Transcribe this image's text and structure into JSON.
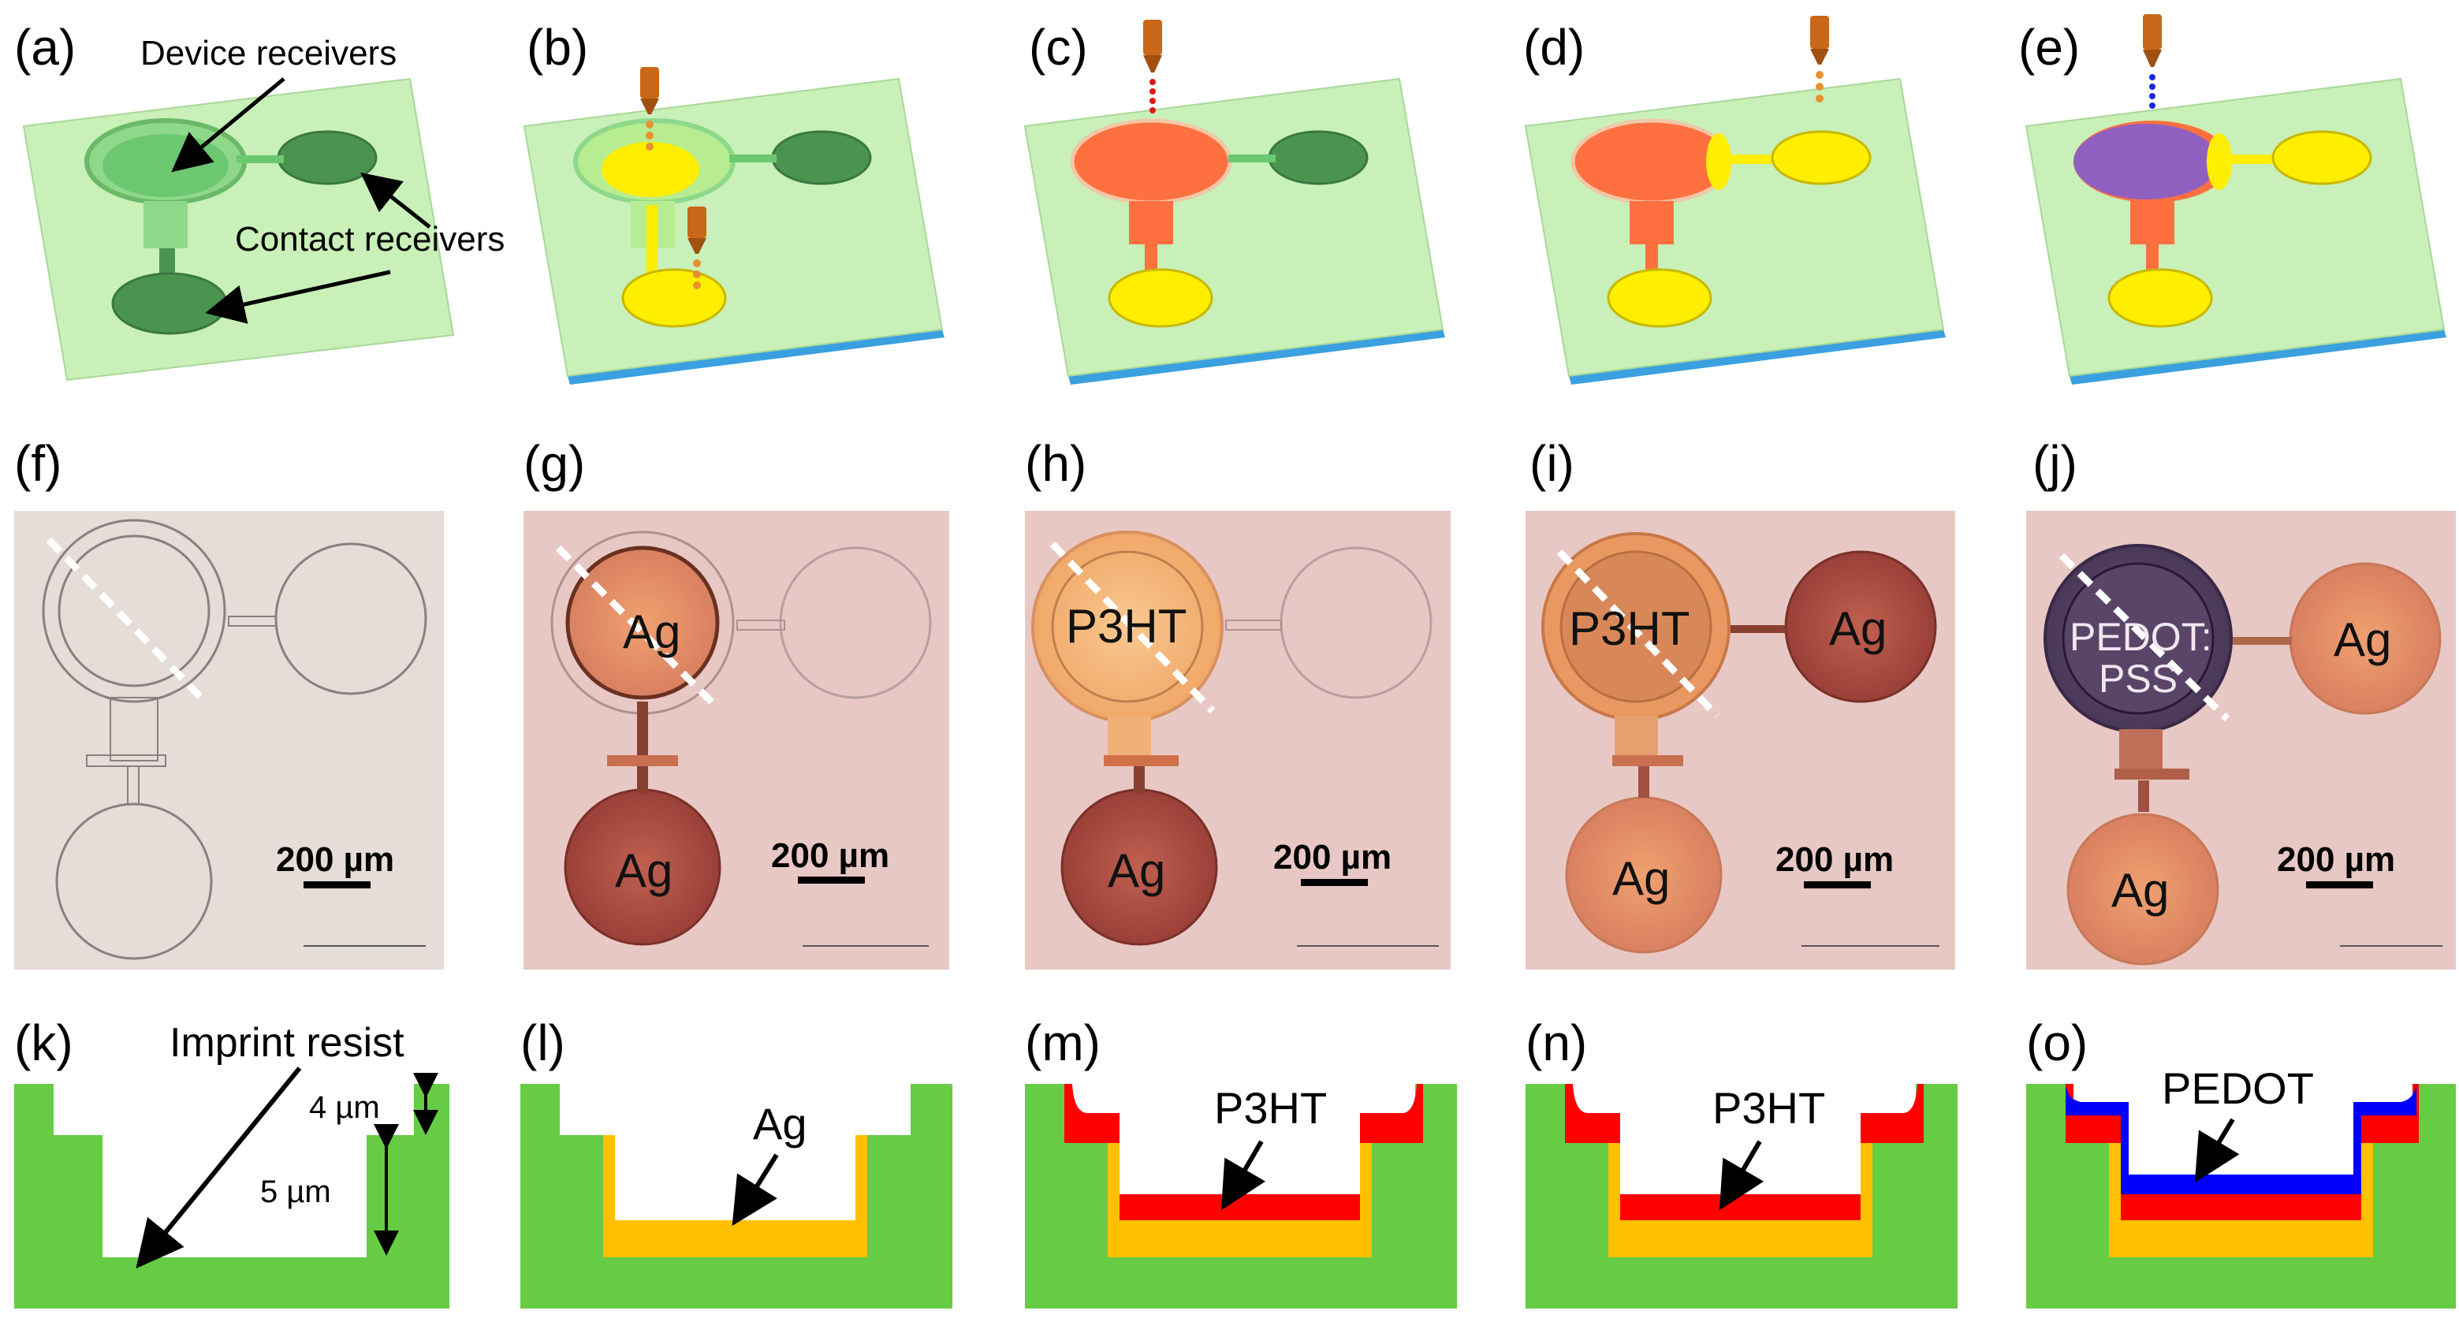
{
  "panel_labels": [
    "(a)",
    "(b)",
    "(c)",
    "(d)",
    "(e)",
    "(f)",
    "(g)",
    "(h)",
    "(i)",
    "(j)",
    "(k)",
    "(l)",
    "(m)",
    "(n)",
    "(o)"
  ],
  "row1": {
    "device_receivers_label": "Device receivers",
    "contact_receivers_label": "Contact receivers"
  },
  "row2": {
    "scale_bar_label": "200 µm",
    "ag_label": "Ag",
    "p3ht_label": "P3HT",
    "pedot_label_line1": "PEDOT:",
    "pedot_label_line2": "PSS"
  },
  "row3": {
    "imprint_resist_label": "Imprint resist",
    "dim_4um": "4 µm",
    "dim_5um": "5 µm",
    "l_label": "Ag",
    "m_label": "P3HT",
    "n_label": "P3HT",
    "o_label": "PEDOT"
  },
  "colors": {
    "resist_green": "#66cc44",
    "silver_fill": "#ffc000",
    "p3ht_red": "#ff0000",
    "pedot_blue": "#0000ff",
    "substrate_light_green": "#c8f0b8",
    "glass_blue": "#3aa0e0",
    "ag_yellow": "#ffee00",
    "p3ht_orange": "#ff7040",
    "pedot_purple": "#9060c0",
    "micrograph_pink": "#e8c8c4"
  }
}
